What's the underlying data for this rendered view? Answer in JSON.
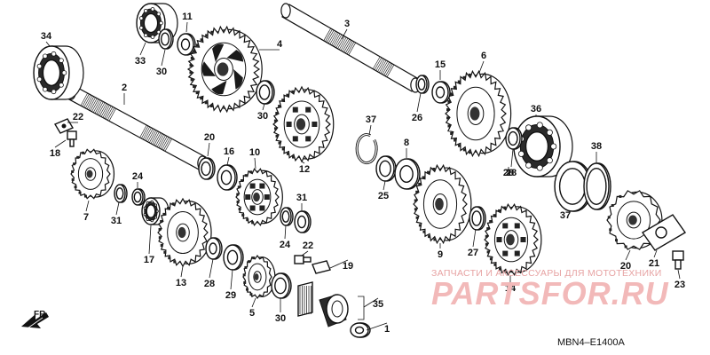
{
  "diagram": {
    "code": "MBN4–E1400A",
    "direction_label": "FR.",
    "watermark": {
      "tagline": "ЗАПЧАСТИ И АКСЕССУАРЫ ДЛЯ МОТОТЕХНИКИ",
      "brand": "PARTSFOR.RU"
    },
    "part_labels": [
      "1",
      "2",
      "3",
      "4",
      "5",
      "6",
      "7",
      "8",
      "9",
      "10",
      "11",
      "12",
      "13",
      "14",
      "15",
      "16",
      "17",
      "18",
      "19",
      "20",
      "20",
      "21",
      "22",
      "22",
      "23",
      "24",
      "24",
      "25",
      "26",
      "27",
      "28",
      "28",
      "28",
      "29",
      "30",
      "30",
      "30",
      "31",
      "31",
      "33",
      "34",
      "35",
      "36",
      "37",
      "37",
      "38"
    ],
    "icons": [
      "gear-icon",
      "bearing-icon",
      "washer-icon",
      "arrow-icon"
    ]
  }
}
